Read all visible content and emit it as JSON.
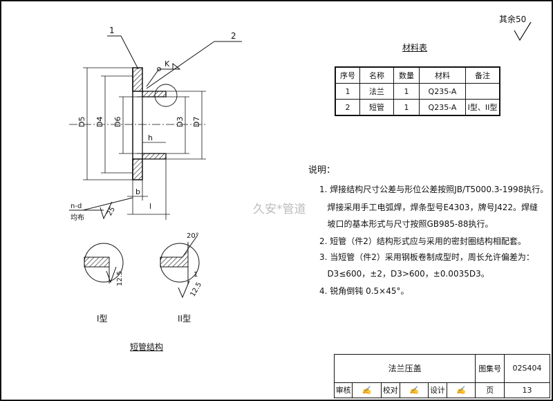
{
  "roughness": {
    "label": "其余",
    "value": "50"
  },
  "callouts": [
    "1",
    "2"
  ],
  "dims": {
    "D5": "D5",
    "D4": "D4",
    "D6": "D6",
    "D3": "D3",
    "D7": "D7",
    "h": "h",
    "b": "b",
    "l": "l",
    "K": "K",
    "holes": "n-d",
    "holes_note": "均布",
    "weld_size": "25"
  },
  "material_table": {
    "title": "材料表",
    "headers": [
      "序号",
      "名称",
      "数量",
      "材料",
      "备注"
    ],
    "rows": [
      [
        "1",
        "法兰",
        "1",
        "Q235-A",
        ""
      ],
      [
        "2",
        "短管",
        "1",
        "Q235-A",
        "I型、II型"
      ]
    ]
  },
  "notes": {
    "heading": "说明：",
    "items": [
      "1. 焊接结构尺寸公差与形位公差按照JB/T5000.3-1998执行。",
      "   焊接采用手工电弧焊，焊条型号E4303，牌号J422。焊缝",
      "   坡口的基本形式与尺寸按照GB985-88执行。",
      "2. 短管（件2）结构形式应与采用的密封圈结构相配套。",
      "3. 当短管（件2）采用钢板卷制成型时，周长允许偏差为：",
      "   D3≤600，±2，D3>600，±0.0035D3。",
      "4. 锐角倒钝 0.5×45°。"
    ]
  },
  "watermark": "久安*管道",
  "detail_I": {
    "label": "I型",
    "roughness": "12.5"
  },
  "detail_II": {
    "label": "II型",
    "roughness": "12.5",
    "angle": "20°",
    "dim": "1"
  },
  "section_title": "短管结构",
  "title_block": {
    "drawing_name": "法兰压盖",
    "atlas_label": "图集号",
    "atlas_no": "02S404",
    "review": "审核",
    "check": "校对",
    "design": "设计",
    "page_label": "页",
    "page_no": "13"
  }
}
